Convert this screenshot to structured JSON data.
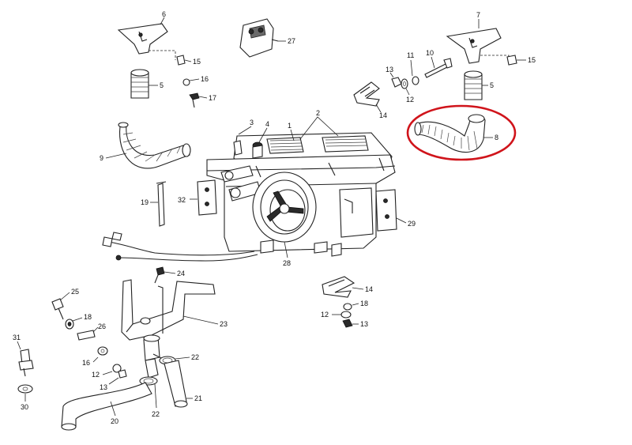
{
  "labels": {
    "l6": "6",
    "l7": "7",
    "l27": "27",
    "l15a": "15",
    "l15b": "15",
    "l5a": "5",
    "l5b": "5",
    "l16": "16",
    "l17": "17",
    "l11": "11",
    "l10": "10",
    "l13a": "13",
    "l12a": "12",
    "l14a": "14",
    "l14b": "14",
    "l3": "3",
    "l4": "4",
    "l1": "1",
    "l2": "2",
    "l8": "8",
    "l9": "9",
    "l19": "19",
    "l32": "32",
    "l29": "29",
    "l28": "28",
    "l24": "24",
    "l25": "25",
    "l18a": "18",
    "l18b": "18",
    "l26": "26",
    "l23": "23",
    "l16b": "16",
    "l12b": "12",
    "l12c": "12",
    "l13b": "13",
    "l13c": "13",
    "l22a": "22",
    "l22b": "22",
    "l21": "21",
    "l20": "20",
    "l31": "31",
    "l30": "30"
  },
  "highlight": {
    "color": "#d0141b",
    "target_part": "8"
  }
}
